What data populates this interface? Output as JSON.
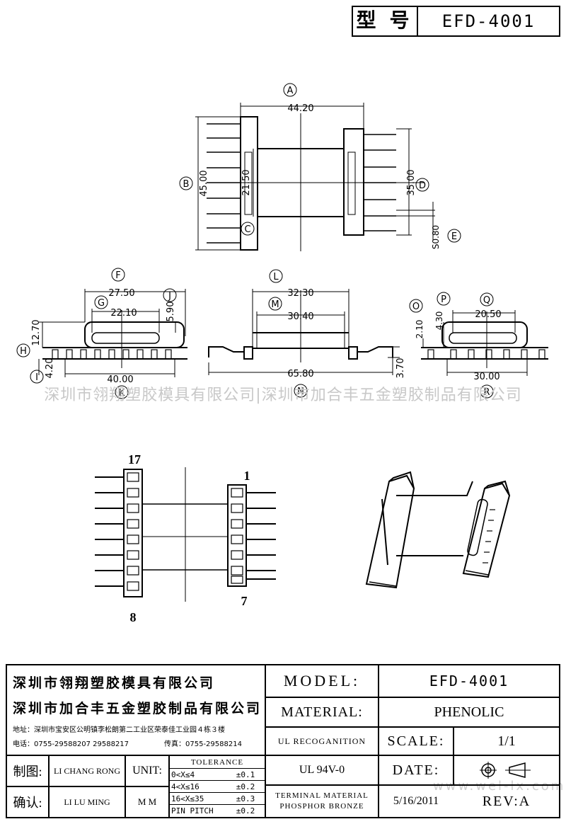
{
  "header": {
    "label": "型 号",
    "model": "EFD-4001"
  },
  "dims": {
    "a_val": "44.20",
    "a_tag": "A",
    "b_val": "45.00",
    "b_tag": "B",
    "c_val": "21.50",
    "c_tag": "C",
    "d_val": "35.00",
    "d_tag": "D",
    "e_val": "S0.80",
    "e_tag": "E",
    "f_val": "27.50",
    "f_tag": "F",
    "g_val": "22.10",
    "g_tag": "G",
    "h_val": "12.70",
    "h_tag": "H",
    "i_val": "4.20",
    "i_tag": "I",
    "j_val": "5.90",
    "j_tag": "J",
    "k_val": "40.00",
    "k_tag": "K",
    "l_val": "32.30",
    "l_tag": "L",
    "m_val": "30.40",
    "m_tag": "M",
    "n_val": "65.80",
    "n_tag": "N",
    "n2_val": "3.70",
    "o_val": "2.10",
    "o_tag": "O",
    "p_val": "4.30",
    "p_tag": "P",
    "q_val": "20.50",
    "q_tag": "Q",
    "r_val": "30.00",
    "r_tag": "R"
  },
  "pins": {
    "top_left": "17",
    "bottom_left": "8",
    "top_right": "1",
    "bottom_right": "7"
  },
  "watermark": "深圳市翎翔塑胶模具有限公司|深圳市加合丰五金塑胶制品有限公司",
  "watermark2": "www.wel-lx.com",
  "title_block": {
    "company1": "深圳市翎翔塑胶模具有限公司",
    "company2": "深圳市加合丰五金塑胶制品有限公司",
    "address": "地址：深圳市宝安区公明镇李松朗第二工业区荣泰佳工业园４栋３楼",
    "phone": "电话：0755-29588207  29588217",
    "fax": "传真：0755-29588214",
    "draw_label": "制图:",
    "draw_name": "LI CHANG RONG",
    "check_label": "确认:",
    "check_name": "LI LU MING",
    "unit_label": "UNIT:",
    "unit_value": "M M",
    "tolerance_title": "TOLERANCE",
    "tol_rows": [
      {
        "range": "0<X≤4",
        "value": "±0.1"
      },
      {
        "range": "4<X≤16",
        "value": "±0.2"
      },
      {
        "range": "16<X≤35",
        "value": "±0.3"
      },
      {
        "range": "PIN PITCH",
        "value": "±0.2"
      }
    ],
    "model_label": "MODEL:",
    "model_value": "EFD-4001",
    "material_label": "MATERIAL:",
    "material_value": "PHENOLIC",
    "ul_label": "UL RECOGANITION",
    "ul_value": "UL 94V-0",
    "terminal_line1": "TERMINAL MATERIAL",
    "terminal_line2": "PHOSPHOR  BRONZE",
    "scale_label": "SCALE:",
    "scale_value": "1/1",
    "date_label": "DATE:",
    "date_value": "5/16/2011",
    "rev_label": "REV:A"
  },
  "colors": {
    "line": "#000000",
    "watermark": "#c8c8c8"
  }
}
